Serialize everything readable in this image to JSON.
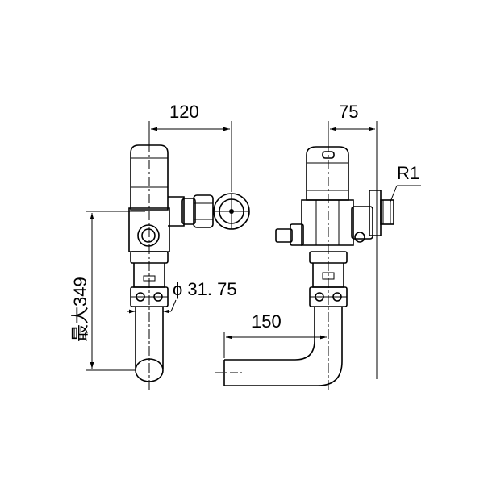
{
  "dimensions": {
    "front_width": "120",
    "side_width": "75",
    "thread": "R1",
    "pipe_diameter": "ϕ 31. 75",
    "max_height": "最大349",
    "pipe_length": "150"
  }
}
